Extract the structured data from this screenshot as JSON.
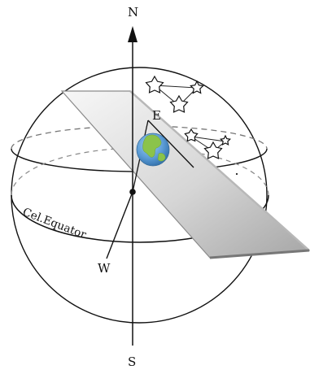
{
  "labels": {
    "north": "N",
    "south": "S",
    "east": "E",
    "west": "W",
    "equator": "Cel.Equator"
  },
  "colors": {
    "ink": "#111111",
    "plane_light": "#f2f2f2",
    "plane_dark": "#a9a9a9",
    "earth_ocean": "#5b9bd5",
    "earth_land": "#8bc34a"
  },
  "icons": {
    "earth": "earth-globe-icon",
    "star": "star-icon"
  }
}
